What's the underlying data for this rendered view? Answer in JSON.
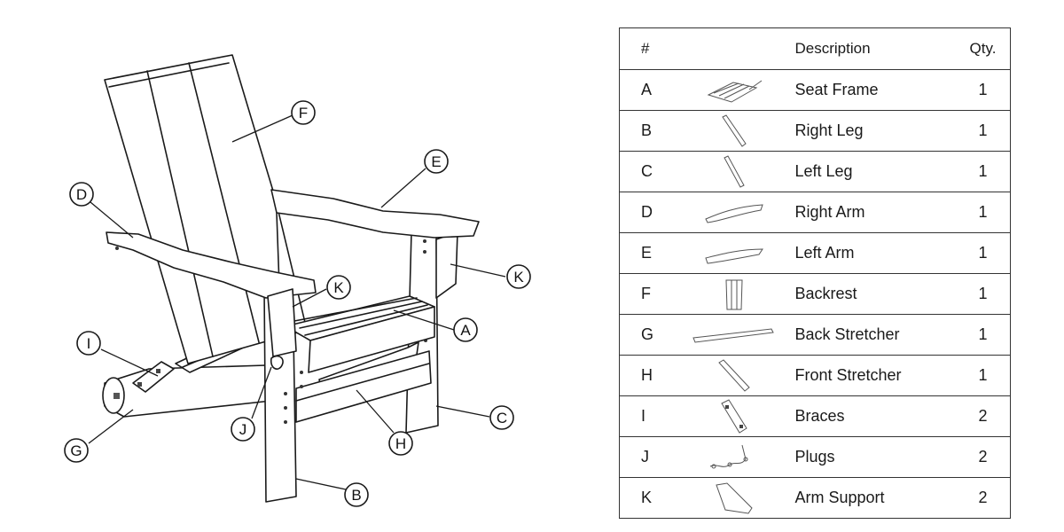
{
  "diagram": {
    "callouts": [
      "A",
      "B",
      "C",
      "D",
      "E",
      "F",
      "G",
      "H",
      "I",
      "J",
      "K",
      "K"
    ]
  },
  "parts_table": {
    "headers": {
      "number": "#",
      "description": "Description",
      "quantity": "Qty."
    },
    "rows": [
      {
        "id": "A",
        "description": "Seat Frame",
        "qty": "1",
        "icon": "seat-frame-icon"
      },
      {
        "id": "B",
        "description": "Right Leg",
        "qty": "1",
        "icon": "right-leg-icon"
      },
      {
        "id": "C",
        "description": "Left Leg",
        "qty": "1",
        "icon": "left-leg-icon"
      },
      {
        "id": "D",
        "description": "Right Arm",
        "qty": "1",
        "icon": "right-arm-icon"
      },
      {
        "id": "E",
        "description": "Left Arm",
        "qty": "1",
        "icon": "left-arm-icon"
      },
      {
        "id": "F",
        "description": "Backrest",
        "qty": "1",
        "icon": "backrest-icon"
      },
      {
        "id": "G",
        "description": "Back Stretcher",
        "qty": "1",
        "icon": "back-stretcher-icon"
      },
      {
        "id": "H",
        "description": "Front Stretcher",
        "qty": "1",
        "icon": "front-stretcher-icon"
      },
      {
        "id": "I",
        "description": "Braces",
        "qty": "2",
        "icon": "braces-icon"
      },
      {
        "id": "J",
        "description": "Plugs",
        "qty": "2",
        "icon": "plugs-icon"
      },
      {
        "id": "K",
        "description": "Arm Support",
        "qty": "2",
        "icon": "arm-support-icon"
      }
    ]
  }
}
